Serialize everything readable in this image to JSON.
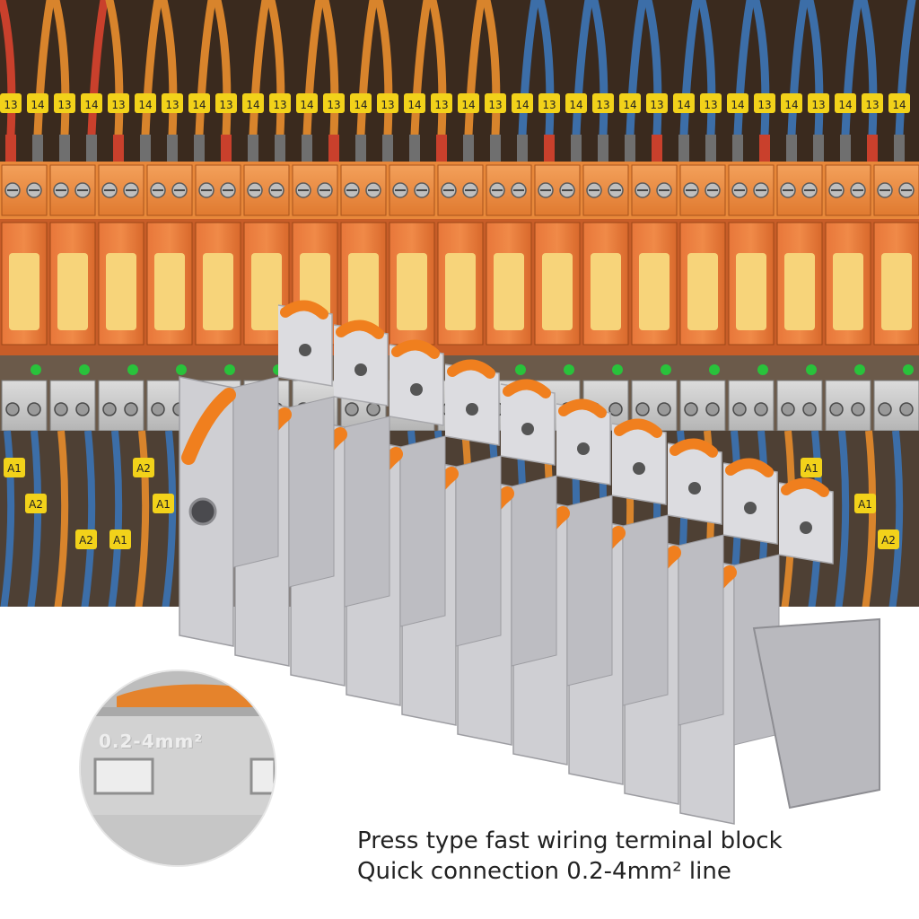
{
  "background": {
    "panel_color": "#e8883a",
    "wire_colors": [
      "#d8842c",
      "#3c6ea8",
      "#c9402c"
    ],
    "led_color": "#29c23b",
    "label_color": "#f2d21a",
    "top_marker_labels": [
      "13",
      "14",
      "13",
      "14",
      "13",
      "14",
      "13",
      "14",
      "13",
      "14",
      "13",
      "14",
      "13",
      "14",
      "13",
      "14",
      "13",
      "14",
      "13",
      "14",
      "13",
      "14",
      "13",
      "14",
      "13",
      "14",
      "13",
      "14",
      "13",
      "14",
      "13",
      "14",
      "13",
      "14"
    ],
    "bottom_marker_labels": [
      "A1",
      "A2",
      "A1",
      "A2",
      "A1",
      "A2",
      "A1",
      "A1",
      "A2"
    ]
  },
  "product": {
    "body_color": "#cfcfd3",
    "lever_color": "#f07f1e",
    "segment_count": 10
  },
  "zoom": {
    "label": "0.2-4mm²"
  },
  "caption": {
    "line1": "Press type fast wiring terminal block",
    "line2": "Quick connection 0.2-4mm² line"
  }
}
